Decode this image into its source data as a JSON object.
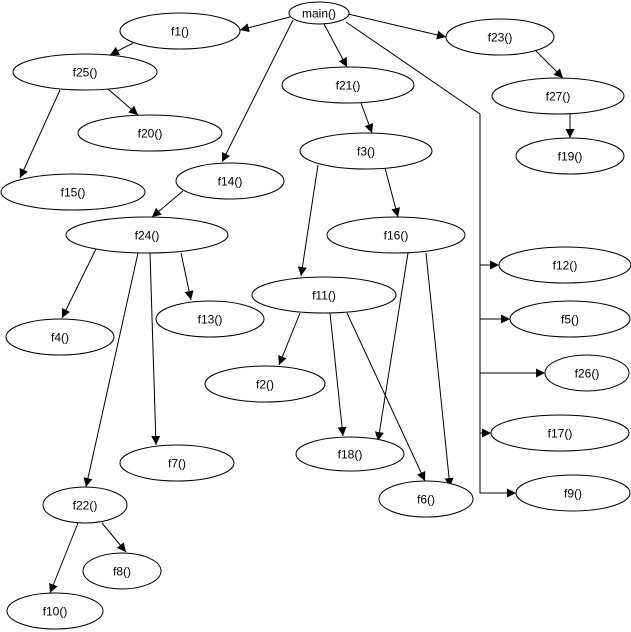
{
  "diagram": {
    "type": "call-graph",
    "colors": {
      "node_fill": "#ffffff",
      "stroke": "#000000",
      "text": "#000000",
      "background": "#ffffff"
    },
    "nodes": [
      {
        "id": "main",
        "label": "main()"
      },
      {
        "id": "f1",
        "label": "f1()"
      },
      {
        "id": "f25",
        "label": "f25()"
      },
      {
        "id": "f20",
        "label": "f20()"
      },
      {
        "id": "f15",
        "label": "f15()"
      },
      {
        "id": "f14",
        "label": "f14()"
      },
      {
        "id": "f21",
        "label": "f21()"
      },
      {
        "id": "f3",
        "label": "f3()"
      },
      {
        "id": "f23",
        "label": "f23()"
      },
      {
        "id": "f27",
        "label": "f27()"
      },
      {
        "id": "f19",
        "label": "f19()"
      },
      {
        "id": "f24",
        "label": "f24()"
      },
      {
        "id": "f16",
        "label": "f16()"
      },
      {
        "id": "f12",
        "label": "f12()"
      },
      {
        "id": "f11",
        "label": "f11()"
      },
      {
        "id": "f13",
        "label": "f13()"
      },
      {
        "id": "f4",
        "label": "f4()"
      },
      {
        "id": "f5",
        "label": "f5()"
      },
      {
        "id": "f2",
        "label": "f2()"
      },
      {
        "id": "f26",
        "label": "f26()"
      },
      {
        "id": "f7",
        "label": "f7()"
      },
      {
        "id": "f17",
        "label": "f17()"
      },
      {
        "id": "f18",
        "label": "f18()"
      },
      {
        "id": "f6",
        "label": "f6()"
      },
      {
        "id": "f9",
        "label": "f9()"
      },
      {
        "id": "f22",
        "label": "f22()"
      },
      {
        "id": "f8",
        "label": "f8()"
      },
      {
        "id": "f10",
        "label": "f10()"
      }
    ],
    "edges": [
      {
        "from": "main",
        "to": "f1"
      },
      {
        "from": "main",
        "to": "f14"
      },
      {
        "from": "main",
        "to": "f21"
      },
      {
        "from": "main",
        "to": "f23"
      },
      {
        "from": "main",
        "to": "f12"
      },
      {
        "from": "main",
        "to": "f5"
      },
      {
        "from": "main",
        "to": "f26"
      },
      {
        "from": "main",
        "to": "f17"
      },
      {
        "from": "main",
        "to": "f9"
      },
      {
        "from": "f1",
        "to": "f25"
      },
      {
        "from": "f25",
        "to": "f20"
      },
      {
        "from": "f25",
        "to": "f15"
      },
      {
        "from": "f14",
        "to": "f24"
      },
      {
        "from": "f24",
        "to": "f4"
      },
      {
        "from": "f24",
        "to": "f13"
      },
      {
        "from": "f24",
        "to": "f7"
      },
      {
        "from": "f24",
        "to": "f22"
      },
      {
        "from": "f22",
        "to": "f8"
      },
      {
        "from": "f22",
        "to": "f10"
      },
      {
        "from": "f21",
        "to": "f3"
      },
      {
        "from": "f3",
        "to": "f16"
      },
      {
        "from": "f3",
        "to": "f11"
      },
      {
        "from": "f16",
        "to": "f18"
      },
      {
        "from": "f16",
        "to": "f6"
      },
      {
        "from": "f11",
        "to": "f2"
      },
      {
        "from": "f11",
        "to": "f18"
      },
      {
        "from": "f11",
        "to": "f6"
      },
      {
        "from": "f23",
        "to": "f27"
      },
      {
        "from": "f27",
        "to": "f19"
      }
    ]
  }
}
